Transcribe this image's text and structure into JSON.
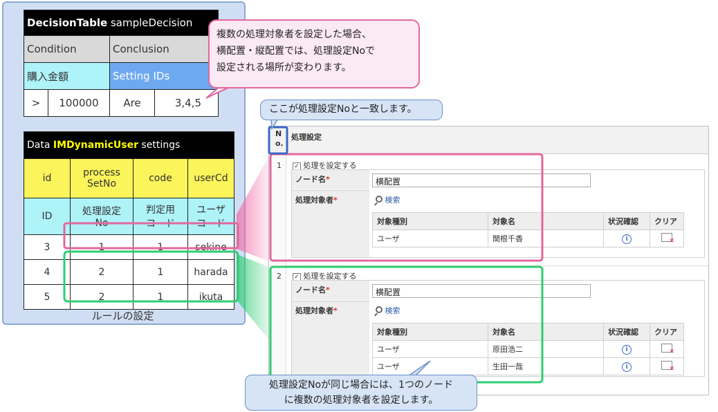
{
  "decision_table": {
    "title_bold": "DecisionTable",
    "title_rest": " sampleDecision",
    "condition": "Condition",
    "conclusion": "Conclusion",
    "condition_field": "購入金額",
    "conclusion_field": "Setting IDs",
    "row": {
      "op": ">",
      "value": "100000",
      "verb": "Are",
      "ids": "3,4,5"
    }
  },
  "dynamic_user": {
    "title_prefix": "Data ",
    "title_highlight": "IMDynamicUser",
    "title_suffix": " settings",
    "headers": [
      [
        "id"
      ],
      [
        "process",
        "SetNo"
      ],
      [
        "code"
      ],
      [
        "userCd"
      ]
    ],
    "sub_headers": [
      [
        "ID"
      ],
      [
        "処理設定",
        "No"
      ],
      [
        "判定用",
        "コード"
      ],
      [
        "ユーザ",
        "コード"
      ]
    ],
    "rows": [
      {
        "id": "3",
        "setno": "1",
        "code": "1",
        "user": "sekine"
      },
      {
        "id": "4",
        "setno": "2",
        "code": "1",
        "user": "harada"
      },
      {
        "id": "5",
        "setno": "2",
        "code": "1",
        "user": "ikuta"
      }
    ]
  },
  "rule_caption": "ルールの設定",
  "callout_pink": [
    "複数の処理対象者を設定した場合、",
    "横配置・縦配置では、処理設定Noで",
    "設定される場所が変わります。"
  ],
  "callout_no": "ここが処理設定Noと一致します。",
  "callout_bottom": [
    "処理設定Noが同じ場合には、1つのノード",
    "に複数の処理対象者を設定します。"
  ],
  "form": {
    "no_header": [
      "N",
      "o."
    ],
    "header": "処理設定",
    "blocks": [
      {
        "no": "1",
        "checkbox_label": "処理を設定する",
        "node_label": "ノード名",
        "node_value": "横配置",
        "target_label": "処理対象者",
        "search_label": "検索",
        "columns": [
          "対象種別",
          "対象名",
          "状況確認",
          "クリア"
        ],
        "rows": [
          {
            "type": "ユーザ",
            "name": "関根千香"
          }
        ]
      },
      {
        "no": "2",
        "checkbox_label": "処理を設定する",
        "node_label": "ノード名",
        "node_value": "横配置",
        "target_label": "処理対象者",
        "search_label": "検索",
        "columns": [
          "対象種別",
          "対象名",
          "状況確認",
          "クリア"
        ],
        "rows": [
          {
            "type": "ユーザ",
            "name": "原田浩二"
          },
          {
            "type": "ユーザ",
            "name": "生田一哉"
          }
        ]
      }
    ]
  },
  "colors": {
    "pink": "#e3679c",
    "green": "#2ecc71",
    "blue": "#3a66c4",
    "panel": "#d0def3"
  }
}
